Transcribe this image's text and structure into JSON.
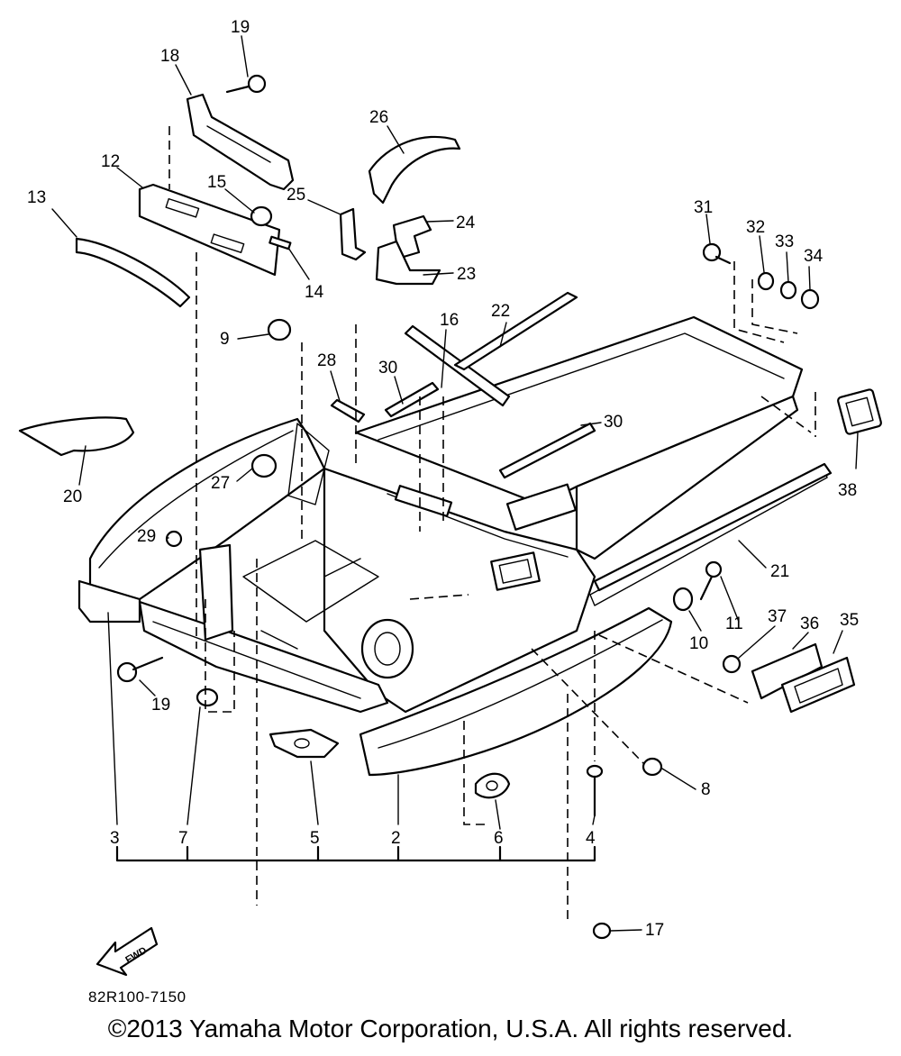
{
  "callouts": [
    "19",
    "18",
    "26",
    "12",
    "15",
    "25",
    "24",
    "13",
    "14",
    "23",
    "31",
    "32",
    "33",
    "34",
    "9",
    "16",
    "22",
    "28",
    "30",
    "30",
    "20",
    "27",
    "38",
    "29",
    "21",
    "11",
    "37",
    "36",
    "35",
    "10",
    "19",
    "7",
    "5",
    "8",
    "2",
    "6",
    "4",
    "3",
    "17"
  ],
  "fwd_label": "FWD",
  "diagram_code": "82R100-7150",
  "copyright": "©2013 Yamaha Motor Corporation, U.S.A. All rights reserved."
}
